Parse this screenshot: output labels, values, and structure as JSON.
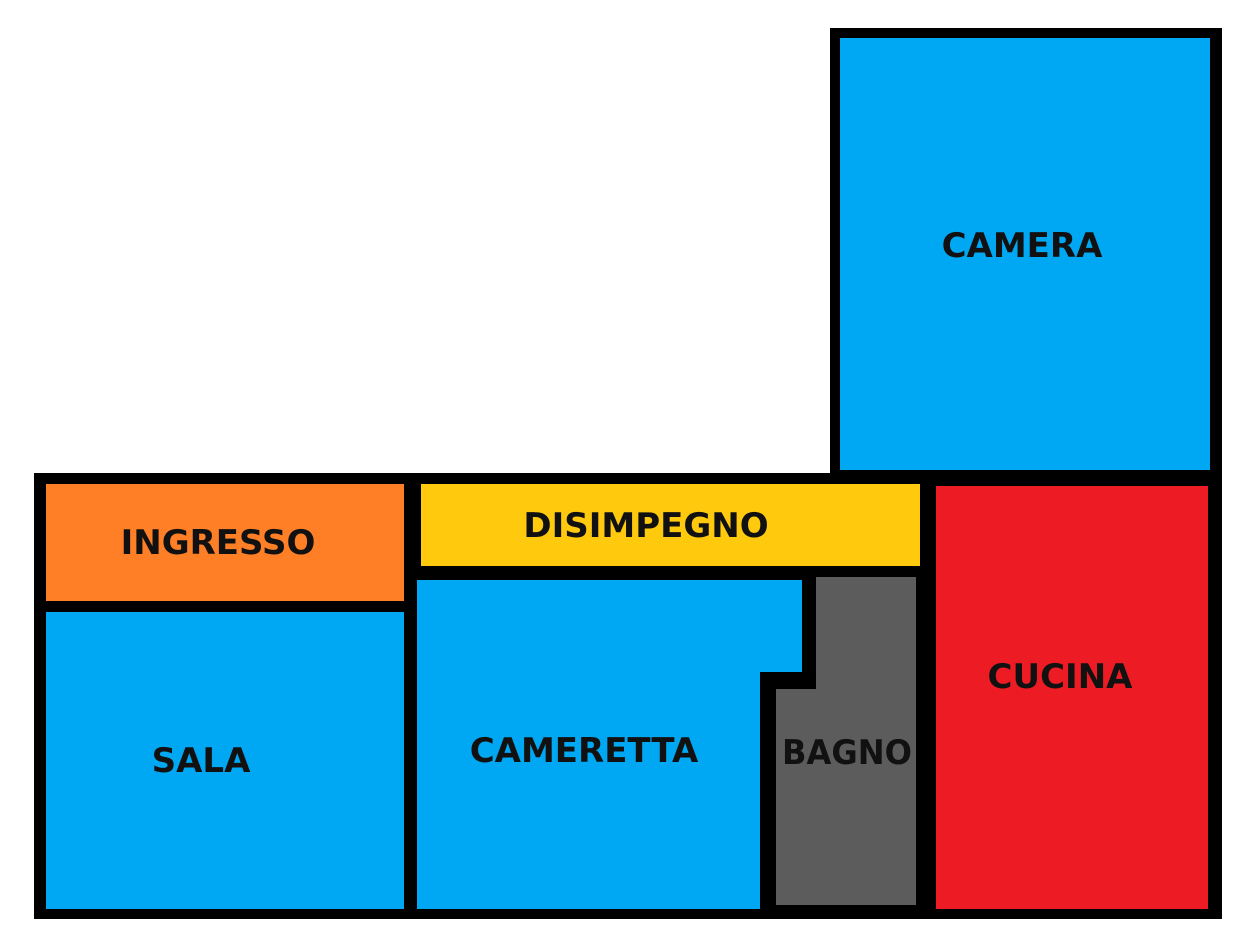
{
  "floorplan": {
    "wall_color": "#000000",
    "background_color": "#ffffff",
    "rooms": {
      "camera": {
        "label": "CAMERA",
        "color": "#00A8F3"
      },
      "ingresso": {
        "label": "INGRESSO",
        "color": "#FF7F27"
      },
      "disimpegno": {
        "label": "DISIMPEGNO",
        "color": "#FFC90E"
      },
      "sala": {
        "label": "SALA",
        "color": "#00A8F3"
      },
      "cameretta": {
        "label": "CAMERETTA",
        "color": "#00A8F3"
      },
      "bagno": {
        "label": "BAGNO",
        "color": "#5C5C5C"
      },
      "cucina": {
        "label": "CUCINA",
        "color": "#ED1C24"
      }
    }
  }
}
